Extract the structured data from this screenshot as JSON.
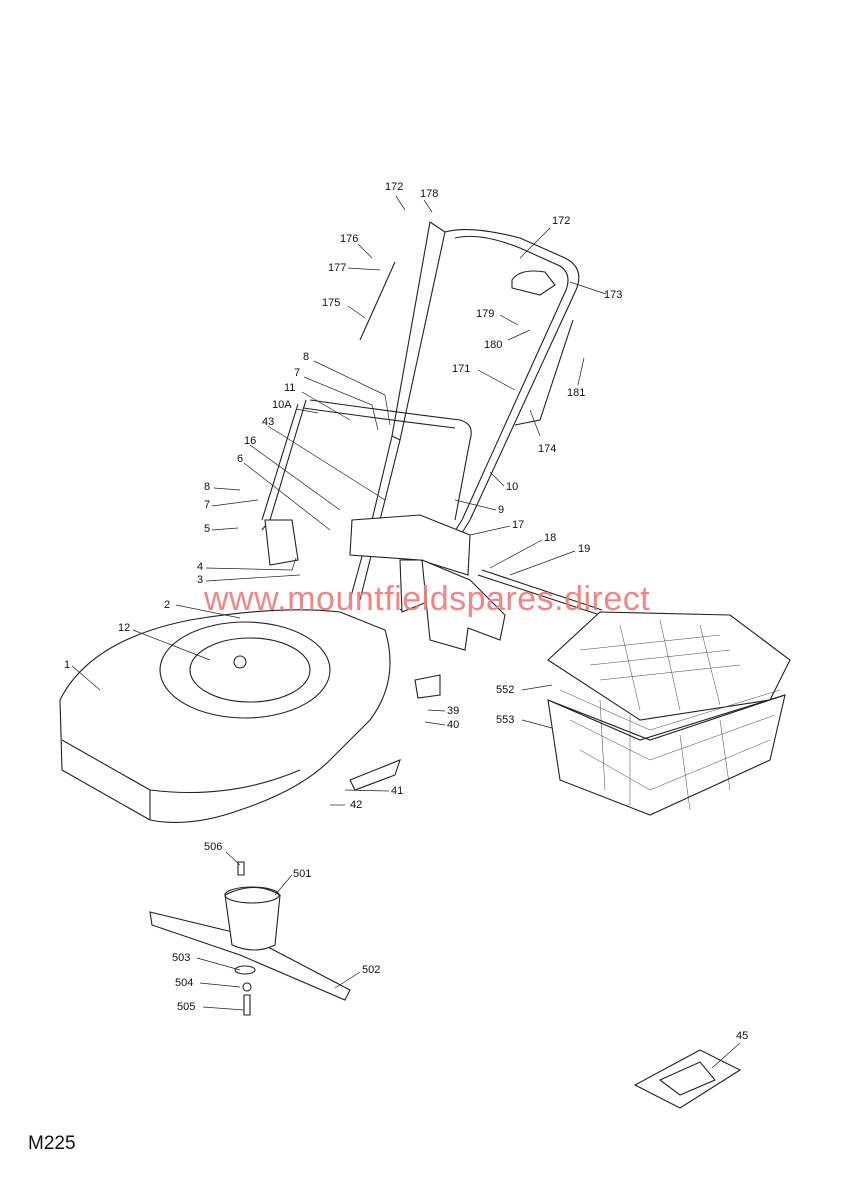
{
  "diagram_code": "M225",
  "watermark": "www.mountfieldspares.direct",
  "callouts": [
    {
      "id": "c-172a",
      "text": "172"
    },
    {
      "id": "c-178",
      "text": "178"
    },
    {
      "id": "c-172b",
      "text": "172"
    },
    {
      "id": "c-176",
      "text": "176"
    },
    {
      "id": "c-177",
      "text": "177"
    },
    {
      "id": "c-173",
      "text": "173"
    },
    {
      "id": "c-175",
      "text": "175"
    },
    {
      "id": "c-179",
      "text": "179"
    },
    {
      "id": "c-180",
      "text": "180"
    },
    {
      "id": "c-181",
      "text": "181"
    },
    {
      "id": "c-8a",
      "text": "8"
    },
    {
      "id": "c-171",
      "text": "171"
    },
    {
      "id": "c-7a",
      "text": "7"
    },
    {
      "id": "c-11",
      "text": "11"
    },
    {
      "id": "c-10a",
      "text": "10A"
    },
    {
      "id": "c-174",
      "text": "174"
    },
    {
      "id": "c-43",
      "text": "43"
    },
    {
      "id": "c-16",
      "text": "16"
    },
    {
      "id": "c-6",
      "text": "6"
    },
    {
      "id": "c-10",
      "text": "10"
    },
    {
      "id": "c-8b",
      "text": "8"
    },
    {
      "id": "c-9",
      "text": "9"
    },
    {
      "id": "c-7b",
      "text": "7"
    },
    {
      "id": "c-17",
      "text": "17"
    },
    {
      "id": "c-5",
      "text": "5"
    },
    {
      "id": "c-18",
      "text": "18"
    },
    {
      "id": "c-19",
      "text": "19"
    },
    {
      "id": "c-4",
      "text": "4"
    },
    {
      "id": "c-3",
      "text": "3"
    },
    {
      "id": "c-2",
      "text": "2"
    },
    {
      "id": "c-12",
      "text": "12"
    },
    {
      "id": "c-1",
      "text": "1"
    },
    {
      "id": "c-552",
      "text": "552"
    },
    {
      "id": "c-553",
      "text": "553"
    },
    {
      "id": "c-39",
      "text": "39"
    },
    {
      "id": "c-40",
      "text": "40"
    },
    {
      "id": "c-41",
      "text": "41"
    },
    {
      "id": "c-42",
      "text": "42"
    },
    {
      "id": "c-506",
      "text": "506"
    },
    {
      "id": "c-501",
      "text": "501"
    },
    {
      "id": "c-503",
      "text": "503"
    },
    {
      "id": "c-502",
      "text": "502"
    },
    {
      "id": "c-504",
      "text": "504"
    },
    {
      "id": "c-505",
      "text": "505"
    },
    {
      "id": "c-45",
      "text": "45"
    }
  ]
}
